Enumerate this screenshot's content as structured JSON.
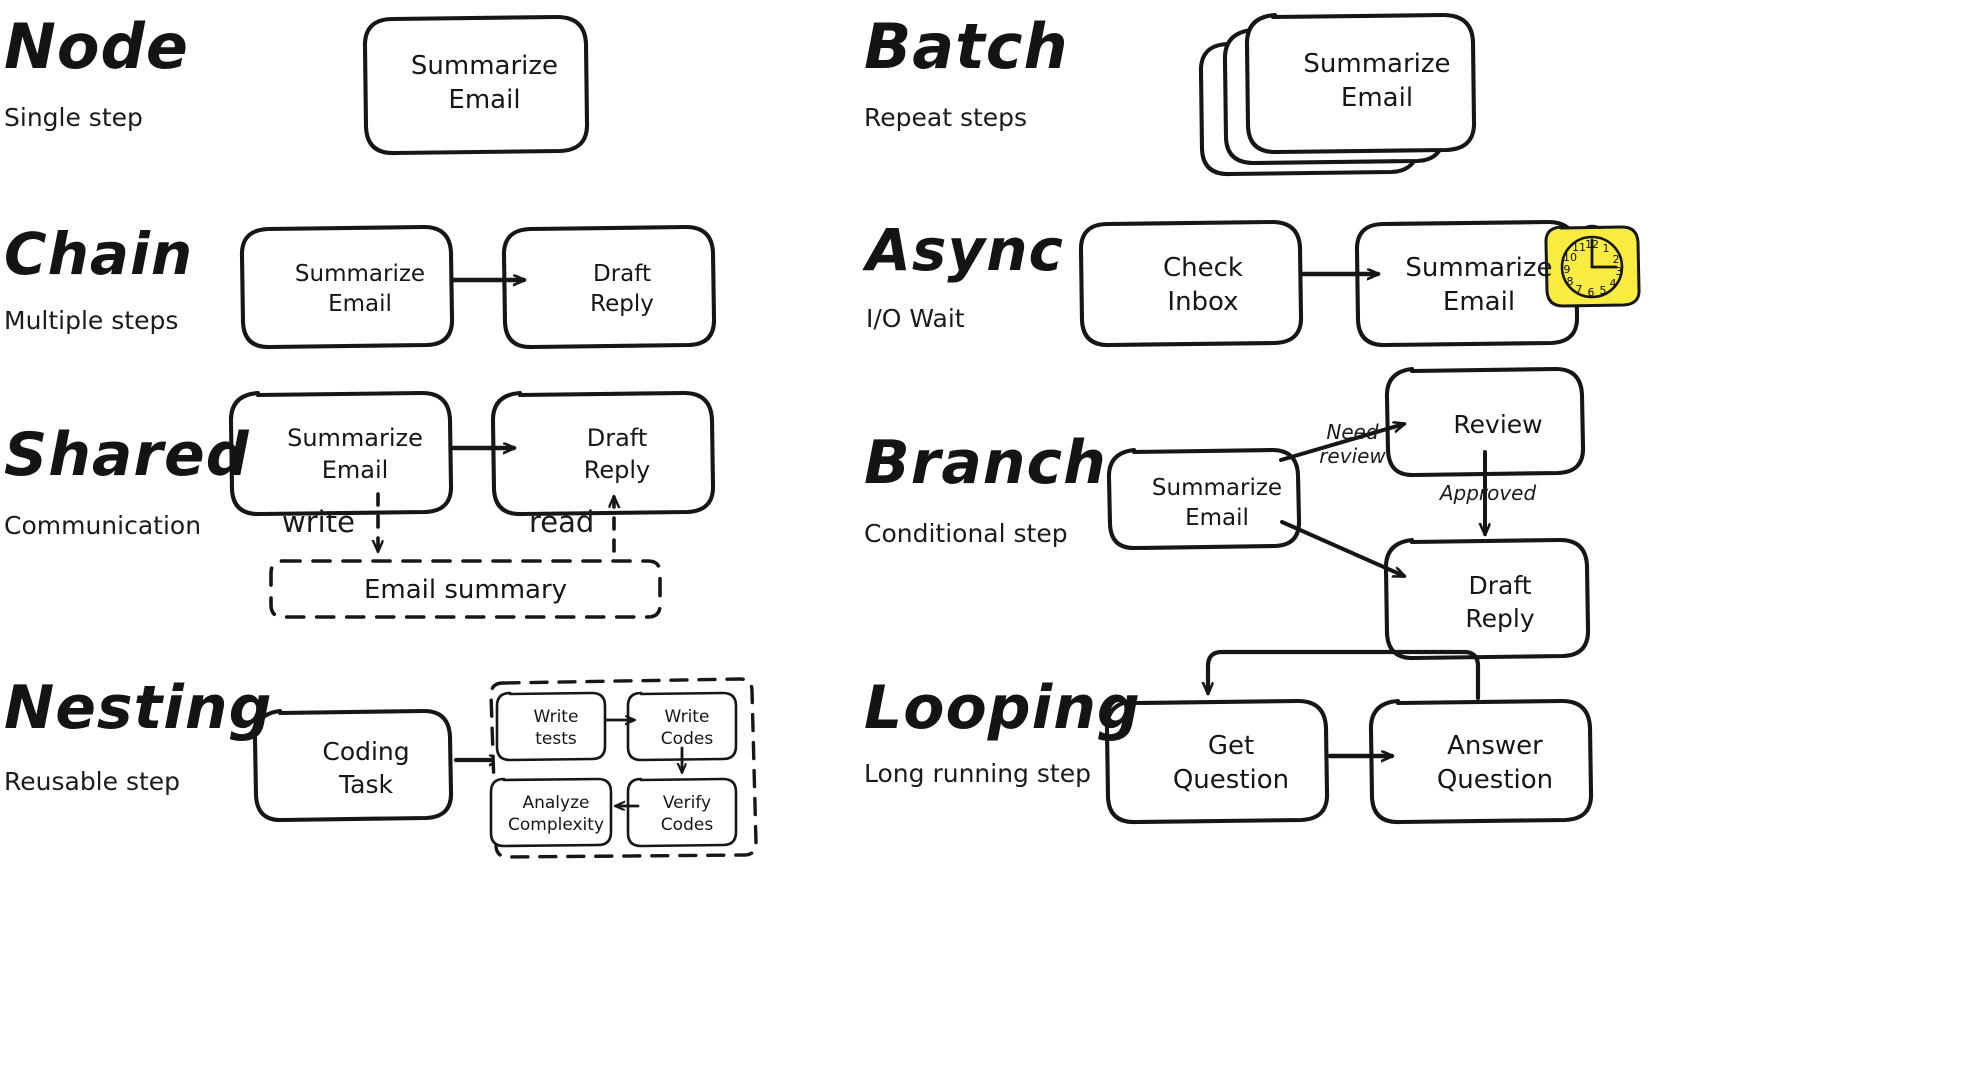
{
  "palette": {
    "ink": "#1b1b1b",
    "stroke": "#161616",
    "paper": "#ffffff",
    "clock_yellow": "#f7ec3f"
  },
  "sections": [
    {
      "id": "node",
      "title": "Node",
      "subtitle": "Single step"
    },
    {
      "id": "batch",
      "title": "Batch",
      "subtitle": "Repeat steps"
    },
    {
      "id": "chain",
      "title": "Chain",
      "subtitle": "Multiple steps"
    },
    {
      "id": "async",
      "title": "Async",
      "subtitle": "I/O Wait"
    },
    {
      "id": "shared",
      "title": "Shared",
      "subtitle": "Communication"
    },
    {
      "id": "branch",
      "title": "Branch",
      "subtitle": "Conditional step"
    },
    {
      "id": "nesting",
      "title": "Nesting",
      "subtitle": "Reusable step"
    },
    {
      "id": "looping",
      "title": "Looping",
      "subtitle": "Long running step"
    }
  ],
  "nodes": {
    "node_summarize": "Summarize\nEmail",
    "batch_summarize": "Summarize\nEmail",
    "chain_summarize": "Summarize\nEmail",
    "chain_draft": "Draft\nReply",
    "async_check": "Check\nInbox",
    "async_summarize": "Summarize\nEmail",
    "shared_summarize": "Summarize\nEmail",
    "shared_draft": "Draft\nReply",
    "shared_store": "Email summary",
    "branch_summarize": "Summarize\nEmail",
    "branch_review": "Review",
    "branch_draft": "Draft\nReply",
    "nesting_coding": "Coding\nTask",
    "nesting_write_tests": "Write\ntests",
    "nesting_write_codes": "Write\nCodes",
    "nesting_verify_codes": "Verify\nCodes",
    "nesting_analyze": "Analyze\nComplexity",
    "loop_get": "Get\nQuestion",
    "loop_answer": "Answer\nQuestion"
  },
  "edge_labels": {
    "shared_write": "write",
    "shared_read": "read",
    "branch_need_review": "Need\nreview",
    "branch_approved": "Approved"
  },
  "clock": {
    "name": "clock-icon",
    "numerals": [
      "12",
      "1",
      "2",
      "3",
      "4",
      "5",
      "6",
      "7",
      "8",
      "9",
      "10",
      "11"
    ]
  }
}
